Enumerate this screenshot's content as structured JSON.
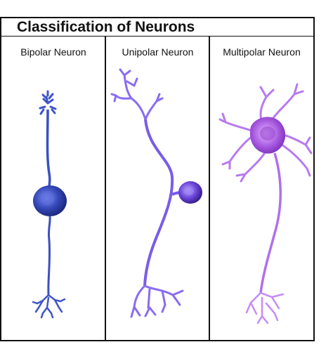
{
  "title": "Classification of Neurons",
  "panels": [
    {
      "label": "Bipolar Neuron"
    },
    {
      "label": "Unipolar Neuron"
    },
    {
      "label": "Multipolar Neuron"
    }
  ],
  "colors": {
    "bipolar_cell": "#3f55c8",
    "bipolar_soma": "#2d3fa8",
    "unipolar_cell": "#7a5ce8",
    "unipolar_soma": "#6a3fd8",
    "multipolar_cell": "#b77af0",
    "multipolar_soma": "#a85ae0",
    "border": "#111111"
  }
}
